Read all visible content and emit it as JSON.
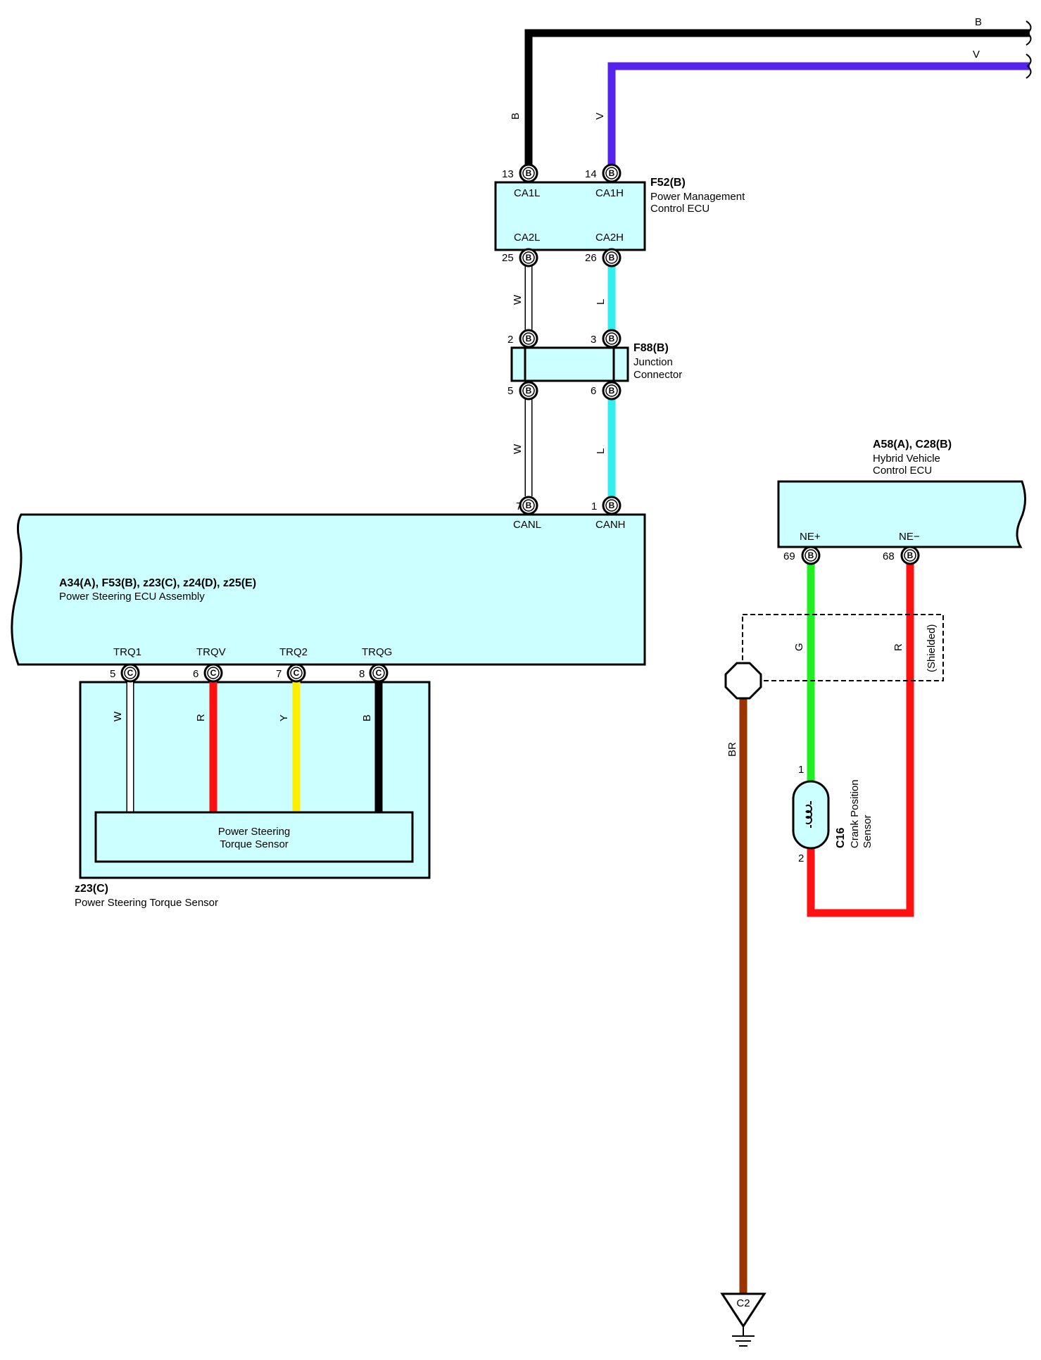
{
  "wires": {
    "top_b": "B",
    "top_v": "V",
    "b_vert": "B",
    "v_vert": "V",
    "w_upper": "W",
    "l_upper": "L",
    "w_lower": "W",
    "l_lower": "L",
    "trq1": "W",
    "trqv": "R",
    "trq2": "Y",
    "trqg": "B",
    "g_wire": "G",
    "r_wire": "R",
    "br_wire": "BR"
  },
  "colors": {
    "black": "#000000",
    "violet": "#5522ee",
    "white": "#ffffff",
    "blue": "#33eeee",
    "red": "#ff1111",
    "yellow": "#ffee00",
    "green": "#22ee22",
    "brown": "#993300",
    "box_fill": "#ccffff"
  },
  "f52": {
    "id": "F52(B)",
    "name_line1": "Power Management",
    "name_line2": "Control ECU",
    "pin_13": "13",
    "pin_14": "14",
    "pin_25": "25",
    "pin_26": "26",
    "ca1l": "CA1L",
    "ca1h": "CA1H",
    "ca2l": "CA2L",
    "ca2h": "CA2H",
    "conn": "B"
  },
  "f88": {
    "id": "F88(B)",
    "name_line1": "Junction",
    "name_line2": "Connector",
    "pin_2": "2",
    "pin_3": "3",
    "pin_5": "5",
    "pin_6": "6",
    "conn": "B"
  },
  "ps_ecu": {
    "id": "A34(A), F53(B), z23(C), z24(D), z25(E)",
    "name": "Power Steering ECU Assembly",
    "pin_7": "7",
    "pin_1": "1",
    "canl": "CANL",
    "canh": "CANH",
    "trq1": "TRQ1",
    "trqv": "TRQV",
    "trq2": "TRQ2",
    "trqg": "TRQG",
    "pin_5": "5",
    "pin_6": "6",
    "pin_7b": "7",
    "pin_8": "8",
    "conn_b": "B",
    "conn_c": "C"
  },
  "torque_sensor": {
    "inner_line1": "Power Steering",
    "inner_line2": "Torque Sensor",
    "id": "z23(C)",
    "name": "Power Steering Torque Sensor"
  },
  "hv_ecu": {
    "id": "A58(A), C28(B)",
    "name_line1": "Hybrid Vehicle",
    "name_line2": "Control ECU",
    "ne_plus": "NE+",
    "ne_minus": "NE−",
    "pin_69": "69",
    "pin_68": "68",
    "conn": "B"
  },
  "crank_sensor": {
    "id": "C16",
    "name_line1": "Crank Position",
    "name_line2": "Sensor",
    "pin_1": "1",
    "pin_2": "2"
  },
  "shield": {
    "label": "(Shielded)"
  },
  "ground": {
    "id": "C2"
  }
}
